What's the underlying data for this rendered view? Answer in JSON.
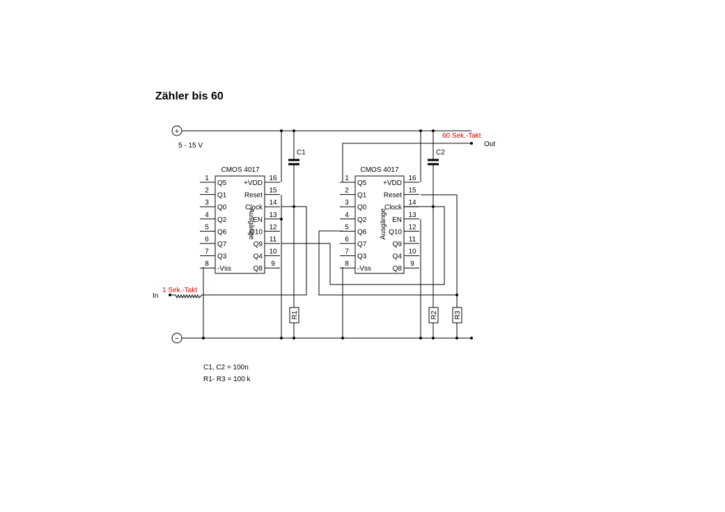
{
  "title": "Zähler bis 60",
  "supply": {
    "label": "5 - 15 V",
    "plus_symbol": "+",
    "minus_symbol": "−"
  },
  "input": {
    "label": "In",
    "signal": "1 Sek.-Takt"
  },
  "output": {
    "label": "Out",
    "signal": "60 Sek.-Takt"
  },
  "capacitors": {
    "c1": "C1",
    "c2": "C2"
  },
  "resistors": {
    "r1": "R1",
    "r2": "R2",
    "r3": "R3"
  },
  "chip_name": "CMOS 4017",
  "outputs_group_label": "Ausgänge",
  "left_pins": [
    {
      "num": "1",
      "name": "Q5"
    },
    {
      "num": "2",
      "name": "Q1"
    },
    {
      "num": "3",
      "name": "Q0"
    },
    {
      "num": "4",
      "name": "Q2"
    },
    {
      "num": "5",
      "name": "Q6"
    },
    {
      "num": "6",
      "name": "Q7"
    },
    {
      "num": "7",
      "name": "Q3"
    },
    {
      "num": "8",
      "name": "-Vss"
    }
  ],
  "right_pins": [
    {
      "num": "16",
      "name": "+VDD"
    },
    {
      "num": "15",
      "name": "Reset"
    },
    {
      "num": "14",
      "name": "Clock"
    },
    {
      "num": "13",
      "name": "EN"
    },
    {
      "num": "12",
      "name": "Q10"
    },
    {
      "num": "11",
      "name": "Q9"
    },
    {
      "num": "10",
      "name": "Q4"
    },
    {
      "num": "9",
      "name": "Q8"
    }
  ],
  "notes": [
    "C1, C2 = 100n",
    "R1- R3 = 100 k"
  ]
}
